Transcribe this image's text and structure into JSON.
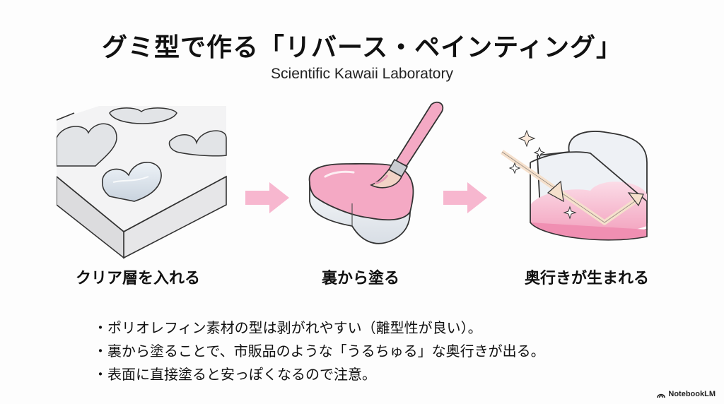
{
  "header": {
    "title": "グミ型で作る「リバース・ペインティング」",
    "subtitle": "Scientific Kawaii Laboratory"
  },
  "steps": [
    {
      "label": "クリア層を入れる",
      "illustration": "heart-mold-tray-illustration"
    },
    {
      "label": "裏から塗る",
      "illustration": "paintbrush-heart-illustration"
    },
    {
      "label": "奥行きが生まれる",
      "illustration": "light-reflection-heart-illustration"
    }
  ],
  "arrows": [
    "arrow-right-icon",
    "arrow-right-icon"
  ],
  "bullets": {
    "marker": "・",
    "items": [
      "ポリオレフィン素材の型は剥がれやすい（離型性が良い）。",
      "裏から塗ることで、市販品のような「うるちゅる」な奥行きが出る。",
      "表面に直接塗ると安っぽくなるので注意。"
    ]
  },
  "brand": {
    "label": "NotebookLM",
    "icon": "notebooklm-logo-icon"
  },
  "colors": {
    "accent_pink": "#f7b7cf",
    "paint_pink": "#f4a9c4",
    "text": "#111111",
    "background": "#fdfdfd"
  }
}
